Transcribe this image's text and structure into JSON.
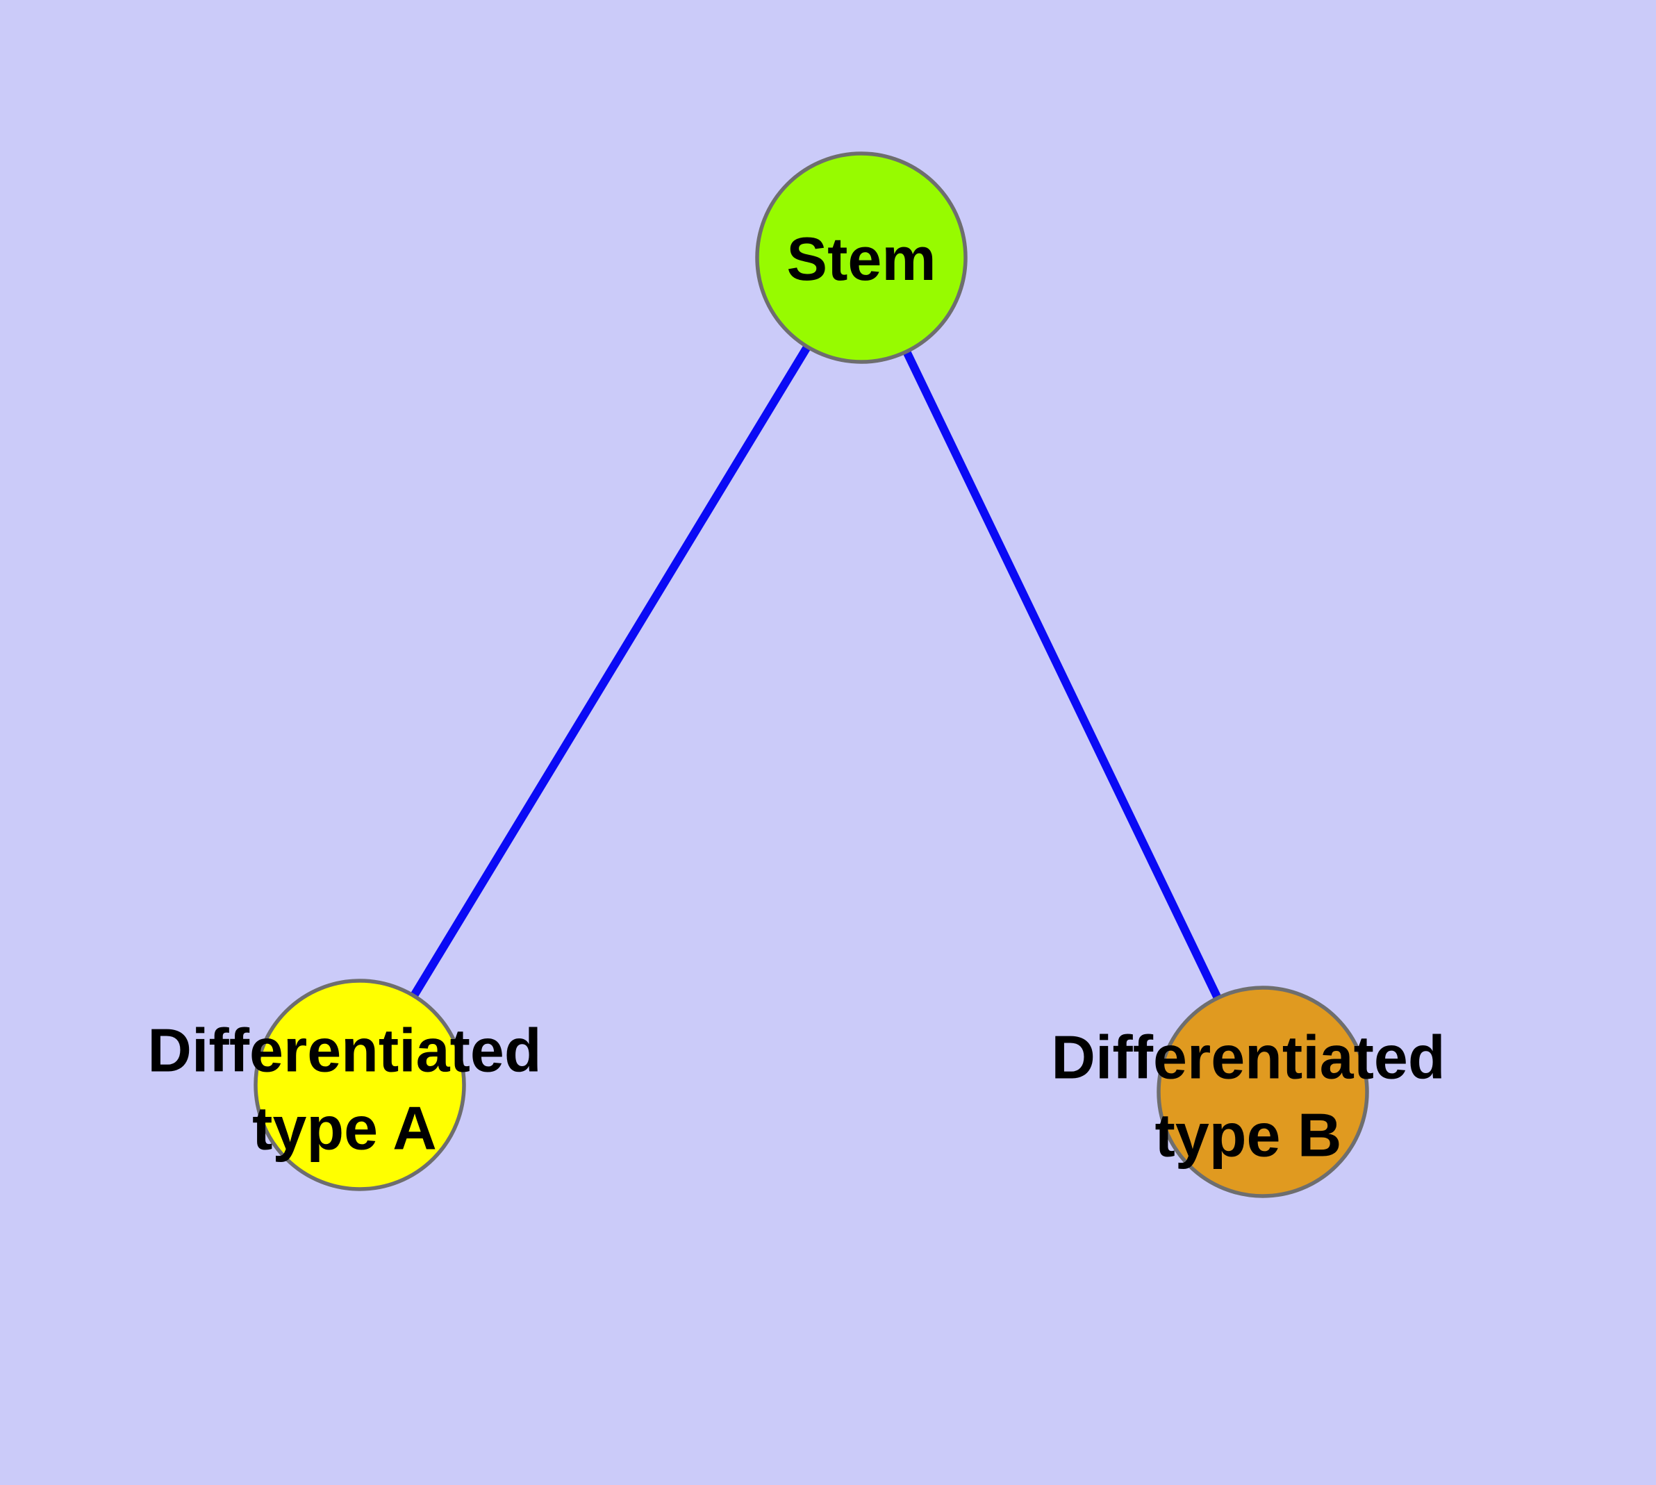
{
  "diagram": {
    "type": "graph",
    "background_color": "#CBCBF9",
    "edge_color": "#0A0AF5",
    "node_border_color": "#6E6E6E",
    "label_color": "#000000",
    "nodes": [
      {
        "id": "stem",
        "label": "Stem",
        "line1": "Stem",
        "fill": "#97FB00"
      },
      {
        "id": "differentiated-type-a",
        "label": "Differentiated type A",
        "line1": "Differentiated",
        "line2": "type A",
        "fill": "#FFFF00"
      },
      {
        "id": "differentiated-type-b",
        "label": "Differentiated type B",
        "line1": "Differentiated",
        "line2": "type B",
        "fill": "#E09A20"
      }
    ],
    "edges": [
      {
        "from": "Stem",
        "to": "Differentiated type A"
      },
      {
        "from": "Stem",
        "to": "Differentiated type B"
      }
    ]
  }
}
